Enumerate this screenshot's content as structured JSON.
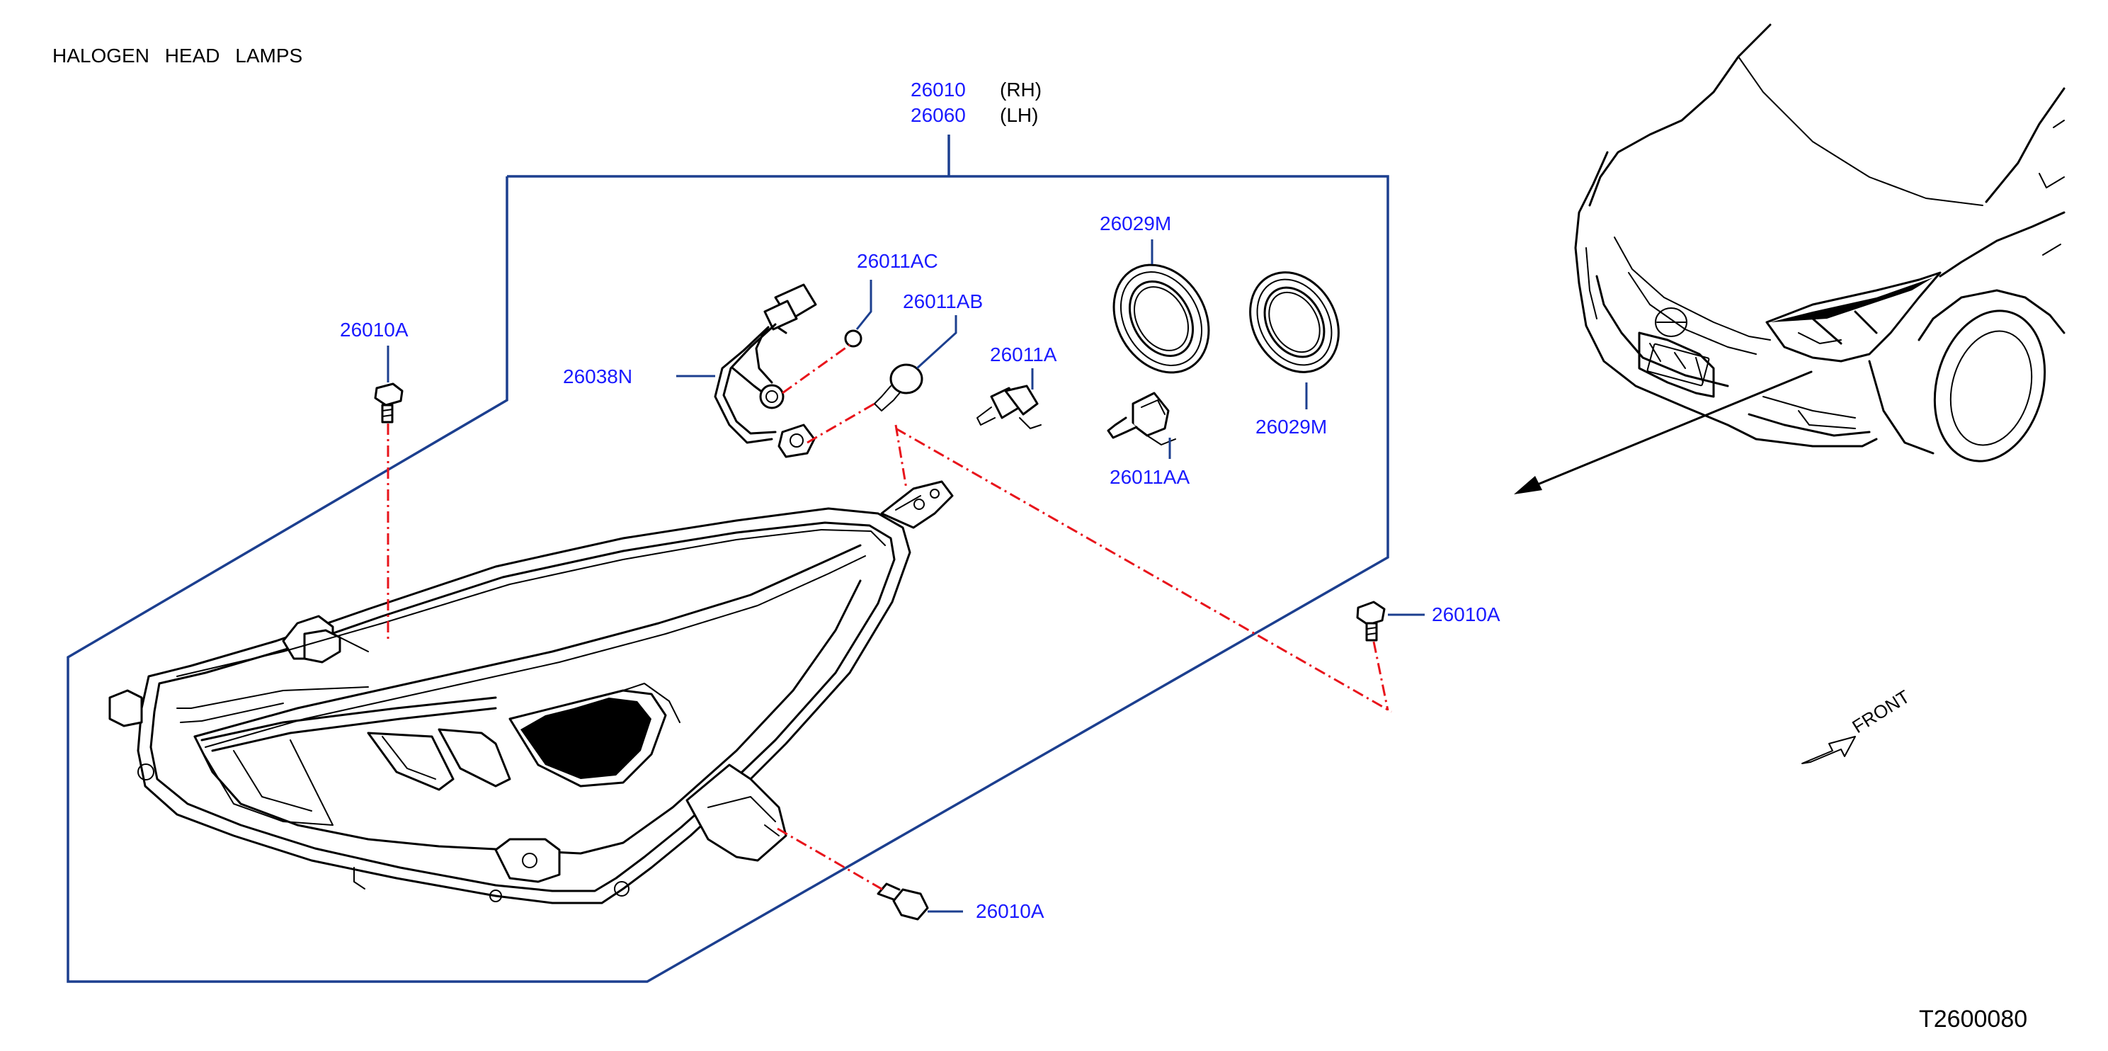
{
  "title": "HALOGEN   HEAD   LAMPS",
  "assembly": {
    "rh_number": "26010",
    "rh_side": "(RH)",
    "lh_number": "26060",
    "lh_side": "(LH)"
  },
  "parts": {
    "harness": "26038N",
    "bulb_ac": "26011AC",
    "bulb_ab": "26011AB",
    "bulb_a": "26011A",
    "bulb_aa": "26011AA",
    "seal_top": "26029M",
    "seal_bottom": "26029M",
    "bolt_top_left": "26010A",
    "bolt_right": "26010A",
    "bolt_bottom": "26010A"
  },
  "front_label": "FRONT",
  "reference": "T2600080",
  "colors": {
    "part_number": "#1a1aff",
    "leader": "#1c3f8f",
    "dash_line": "#e8141b",
    "ink": "#000000"
  }
}
